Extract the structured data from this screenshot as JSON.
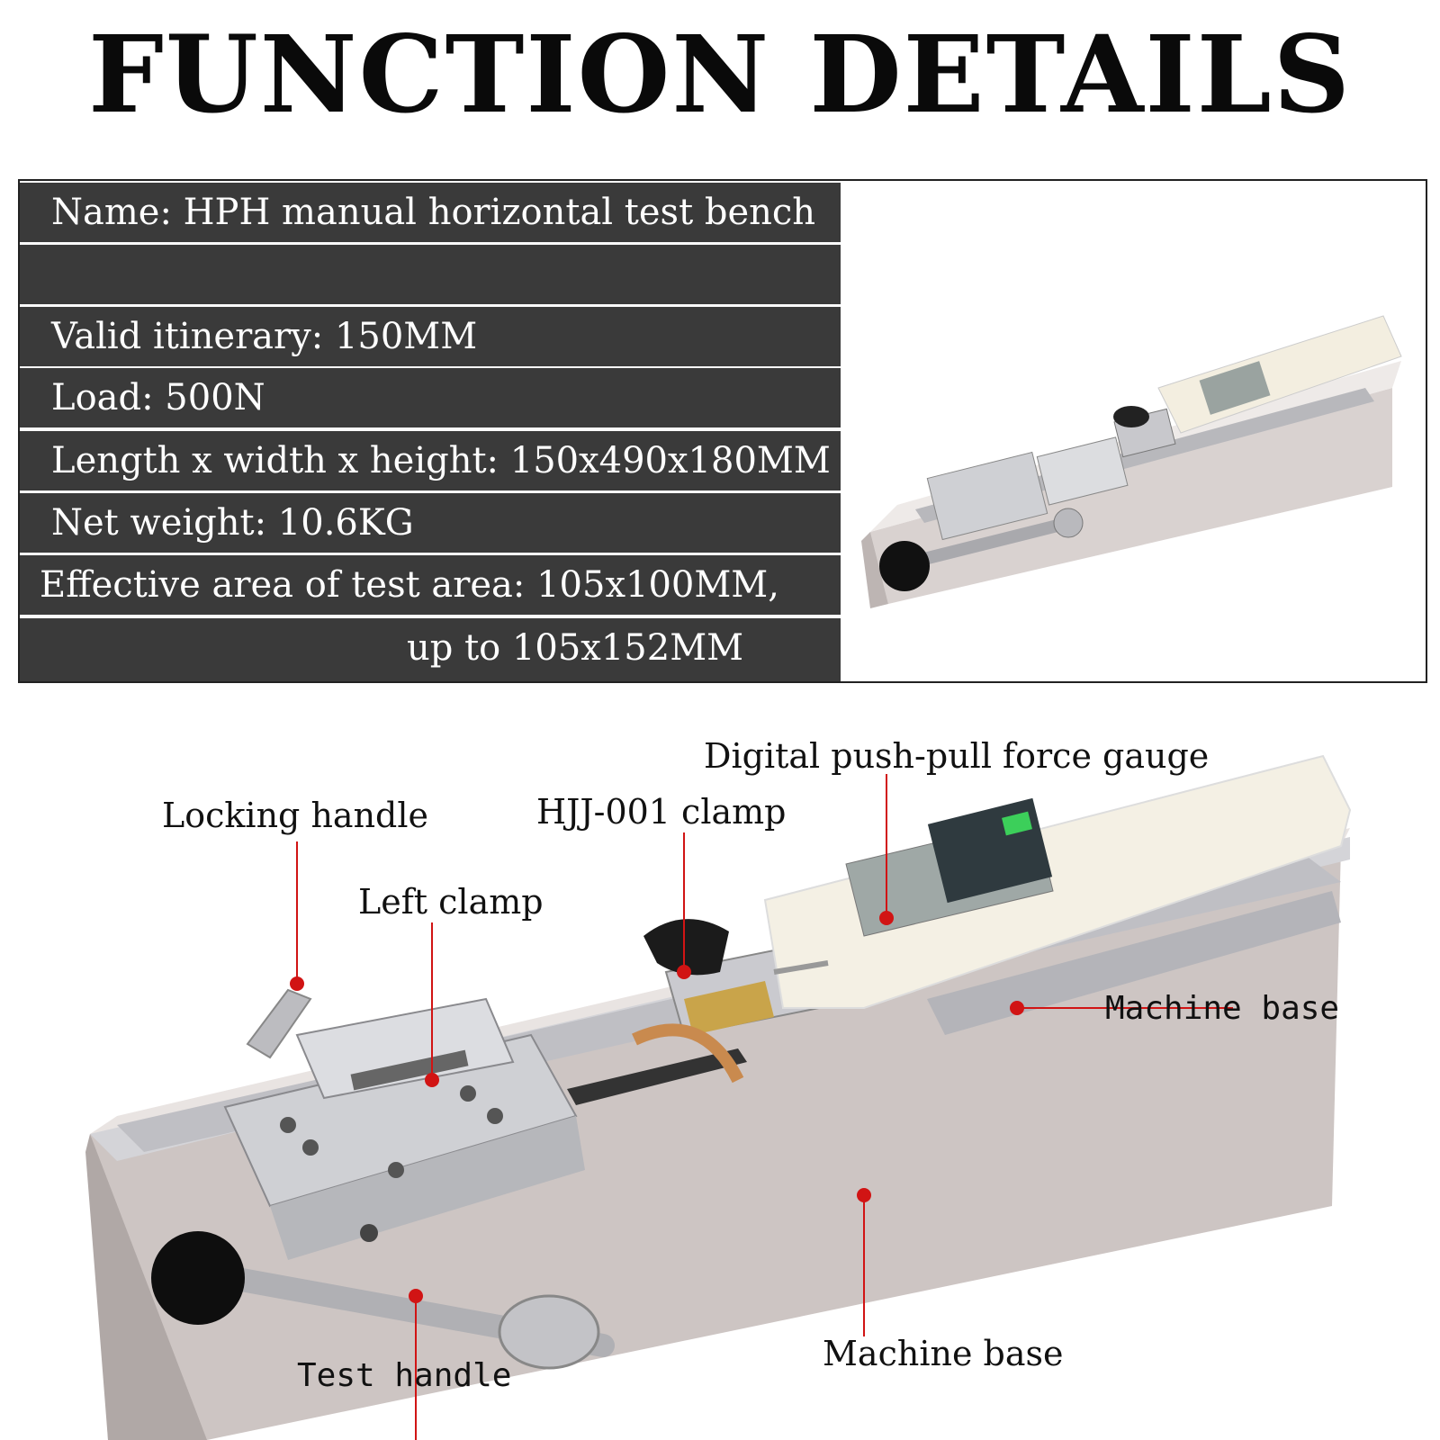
{
  "title": "FUNCTION DETAILS",
  "specs": [
    {
      "text": "Name: HPH manual horizontal test bench"
    },
    {
      "text": ""
    },
    {
      "text": "Valid itinerary:  150MM"
    },
    {
      "text": "Load: 500N"
    },
    {
      "text": "Length x width x height: 150x490x180MM"
    },
    {
      "text": "Net weight: 10.6KG"
    },
    {
      "text": "Effective area of test area: 105x100MM,"
    },
    {
      "text": "up to 105x152MM"
    }
  ],
  "callouts": {
    "gauge": "Digital push-pull force gauge",
    "locking_handle": "Locking handle",
    "clamp_hjj": "HJJ-001 clamp",
    "left_clamp": "Left clamp",
    "machine_base_right": "Machine base",
    "machine_base_bottom": "Machine base",
    "test_handle": "Test handle"
  },
  "colors": {
    "row_bg": "#3a3a3a",
    "leader": "#d11414",
    "steel": "#c9c4c3"
  }
}
